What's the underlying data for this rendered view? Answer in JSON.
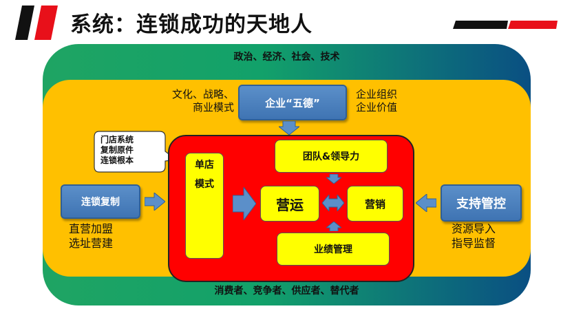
{
  "title": "系统：连锁成功的天地人",
  "environment": {
    "top_text": "政治、经济、社会、技术",
    "bottom_text": "消费者、竞争者、供应者、替代者"
  },
  "top_section": {
    "left_text": "文化、战略、\n商业模式",
    "center_box": "企业“五德”",
    "right_text": "企业组织\n企业价值"
  },
  "callout": {
    "text": "门店系统\n复制原件\n连锁根本"
  },
  "left_section": {
    "box": "连锁复制",
    "caption": "直营加盟\n选址营建"
  },
  "right_section": {
    "box": "支持管控",
    "caption": "资源导入\n指导监督"
  },
  "core": {
    "store_model": "单店\n\n模式",
    "team": "团队&领导力",
    "operations": "营运",
    "marketing": "营销",
    "performance": "业绩管理"
  },
  "colors": {
    "outer_green": "#1fa463",
    "inner_orange": "#ffc000",
    "core_red": "#ff0000",
    "box_yellow": "#ffff00",
    "box_blue": "#4a7fbf",
    "title_bar_red": "#e8101a",
    "title_bar_black": "#111111"
  }
}
